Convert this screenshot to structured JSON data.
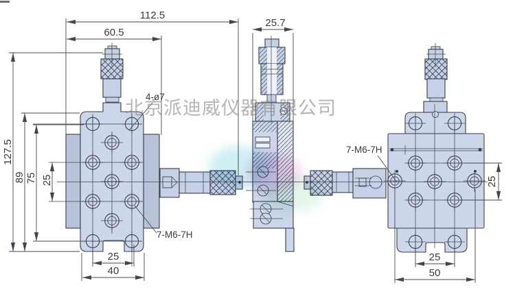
{
  "drawing": {
    "watermark": "北京派迪威仪器有限公司",
    "labels": {
      "corner_holes": "4-ø7",
      "thread_holes_front": "7-M6-7H",
      "thread_holes_side": "7-M6-7H"
    },
    "dims": {
      "overall_width": "112.5",
      "body_width": "60.5",
      "section_thickness": "25.7",
      "overall_height": "127.5",
      "body_height": "89",
      "hole_span_height": "75",
      "hole_pitch": "25",
      "front_foot_pitch": "25",
      "front_foot_width": "40",
      "right_hole_pitch": "25",
      "right_foot_pitch": "25",
      "right_foot_width": "50"
    }
  }
}
